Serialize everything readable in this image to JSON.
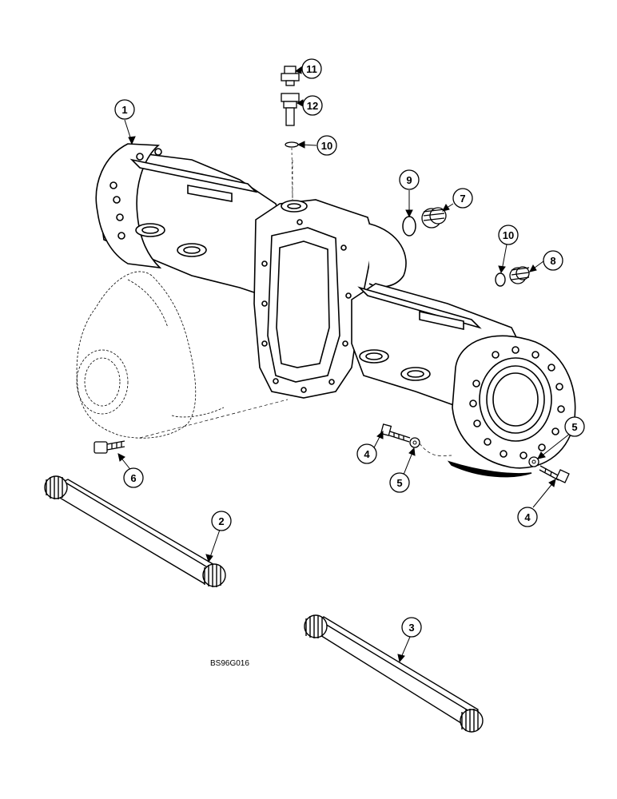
{
  "diagram": {
    "figure_code": "BS96G016",
    "callouts": [
      {
        "id": "c1",
        "label": "1"
      },
      {
        "id": "c11",
        "label": "11"
      },
      {
        "id": "c12",
        "label": "12"
      },
      {
        "id": "c10a",
        "label": "10"
      },
      {
        "id": "c9",
        "label": "9"
      },
      {
        "id": "c7",
        "label": "7"
      },
      {
        "id": "c10b",
        "label": "10"
      },
      {
        "id": "c8",
        "label": "8"
      },
      {
        "id": "c5a",
        "label": "5"
      },
      {
        "id": "c4a",
        "label": "4"
      },
      {
        "id": "c5b",
        "label": "5"
      },
      {
        "id": "c4b",
        "label": "4"
      },
      {
        "id": "c6",
        "label": "6"
      },
      {
        "id": "c2",
        "label": "2"
      },
      {
        "id": "c3",
        "label": "3"
      }
    ]
  }
}
